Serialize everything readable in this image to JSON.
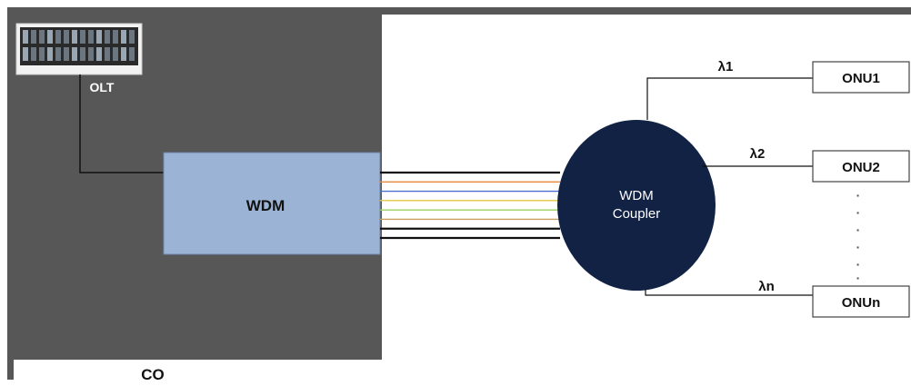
{
  "central_office": {
    "label": "CO",
    "fill_color": "#575757"
  },
  "olt": {
    "label": "OLT",
    "icon": "olt-rack-icon"
  },
  "wdm": {
    "label": "WDM",
    "fill_color": "#9bb3d4"
  },
  "coupler": {
    "line1": "WDM",
    "line2": "Coupler",
    "fill_color": "#112244"
  },
  "fiber_colors": [
    "#111111",
    "#e8863a",
    "#4a6fd0",
    "#e3c840",
    "#9ad060",
    "#c8a060",
    "#111111",
    "#111111"
  ],
  "branches": [
    {
      "wavelength": "λ1",
      "onu": "ONU1"
    },
    {
      "wavelength": "λ2",
      "onu": "ONU2"
    },
    {
      "wavelength": "λn",
      "onu": "ONUn"
    }
  ],
  "continuation": [
    "·",
    "·",
    "·",
    "·",
    "·",
    "·"
  ]
}
